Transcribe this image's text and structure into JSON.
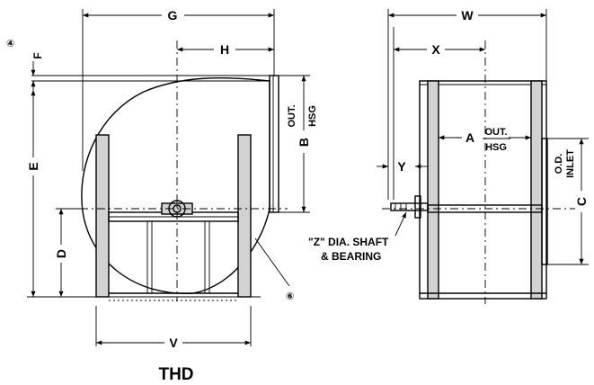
{
  "title": "THD",
  "dimensions": {
    "G": "G",
    "H": "H",
    "F": "F",
    "E": "E",
    "D": "D",
    "B": "B",
    "V": "V",
    "W": "W",
    "X": "X",
    "A": "A",
    "Y": "Y",
    "C": "C"
  },
  "notes": {
    "marker4": "④",
    "marker6": "⑥",
    "out_hsg_side_1": "OUT.",
    "out_hsg_side_2": "HSG",
    "out_hsg_front_1": "OUT.",
    "out_hsg_front_2": "HSG",
    "inlet_1": "O.D.",
    "inlet_2": "INLET",
    "shaft_1": "\"Z\" DIA. SHAFT",
    "shaft_2": "& BEARING"
  }
}
